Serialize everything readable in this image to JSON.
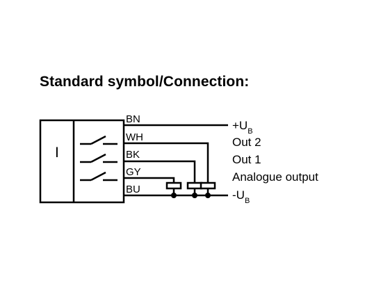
{
  "heading": "Standard symbol/Connection:",
  "sensor_symbol": "I",
  "wires": [
    {
      "code": "BN",
      "terminal": "+U",
      "terminal_sub": "B"
    },
    {
      "code": "WH",
      "terminal": "Out 2",
      "terminal_sub": ""
    },
    {
      "code": "BK",
      "terminal": "Out 1",
      "terminal_sub": ""
    },
    {
      "code": "GY",
      "terminal": "Analogue output",
      "terminal_sub": ""
    },
    {
      "code": "BU",
      "terminal": "-U",
      "terminal_sub": "B"
    }
  ]
}
